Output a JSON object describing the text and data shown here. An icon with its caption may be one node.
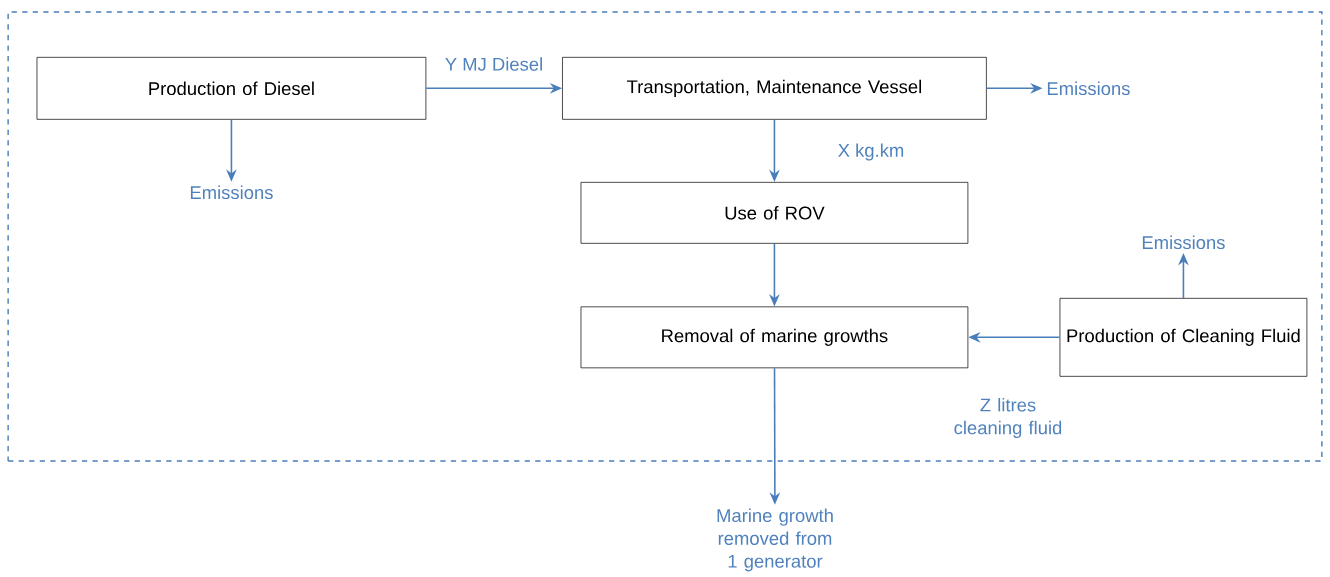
{
  "diagram": {
    "nodes": [
      {
        "text": [],
        "shape": "box"
      },
      {
        "text": [
          "Production of Diesel"
        ],
        "in": 0
      },
      {
        "text": [
          "Transportation, Maintenance Vessel"
        ],
        "in": 0
      },
      {
        "text": [
          "Emissions"
        ],
        "in": 0
      },
      {
        "text": [
          "Emissions"
        ],
        "in": 0
      },
      {
        "text": [
          "Use of ROV"
        ],
        "in": 0
      },
      {
        "text": [
          "Emissions"
        ],
        "in": 0
      },
      {
        "text": [
          "Removal of marine growths"
        ],
        "in": 0
      },
      {
        "text": [
          "Production of Cleaning Fluid"
        ],
        "in": 0
      },
      {
        "text": [
          "Marine growth removed from 1 generator"
        ]
      }
    ],
    "edges": [
      {
        "from": 1,
        "to": 2,
        "arrow": "to",
        "label": "Y MJ Diesel"
      },
      {
        "from": 2,
        "to": 3,
        "arrow": "to"
      },
      {
        "from": 1,
        "to": 4,
        "arrow": "to"
      },
      {
        "from": 2,
        "to": 5,
        "arrow": "to",
        "label": "X kg.km"
      },
      {
        "from": 5,
        "to": 7,
        "arrow": "to"
      },
      {
        "from": 8,
        "to": 6,
        "arrow": "to"
      },
      {
        "from": 8,
        "to": 7,
        "arrow": "to",
        "label": "Z litres cleaning fluid"
      },
      {
        "from": 7,
        "to": 9,
        "arrow": "to"
      }
    ]
  }
}
